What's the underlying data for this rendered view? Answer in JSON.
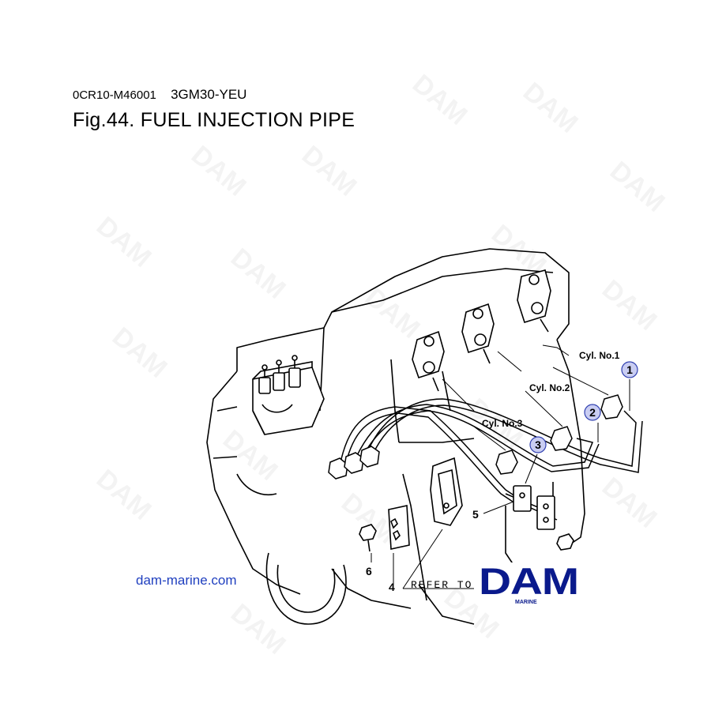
{
  "header": {
    "doc_code": "0CR10-M46001",
    "model": "3GM30-YEU",
    "title": "Fig.44.  FUEL INJECTION PIPE"
  },
  "callouts": {
    "cyl1": "Cyl. No.1",
    "cyl2": "Cyl. No.2",
    "cyl3": "Cyl. No.3",
    "circled_1": "1",
    "circled_2": "2",
    "circled_3": "3",
    "part_4": "4",
    "part_5": "5",
    "part_6": "6",
    "refer_to": "REFER TO"
  },
  "footer": {
    "website": "dam-marine.com"
  },
  "logo": {
    "text": "DAM",
    "subtext": "MARINE",
    "color": "#0a1a8c"
  },
  "watermark": {
    "text": "DAM"
  },
  "colors": {
    "circle_fill": "#c9cdf2",
    "circle_stroke": "#3040b0",
    "link": "#1f3fbf"
  }
}
